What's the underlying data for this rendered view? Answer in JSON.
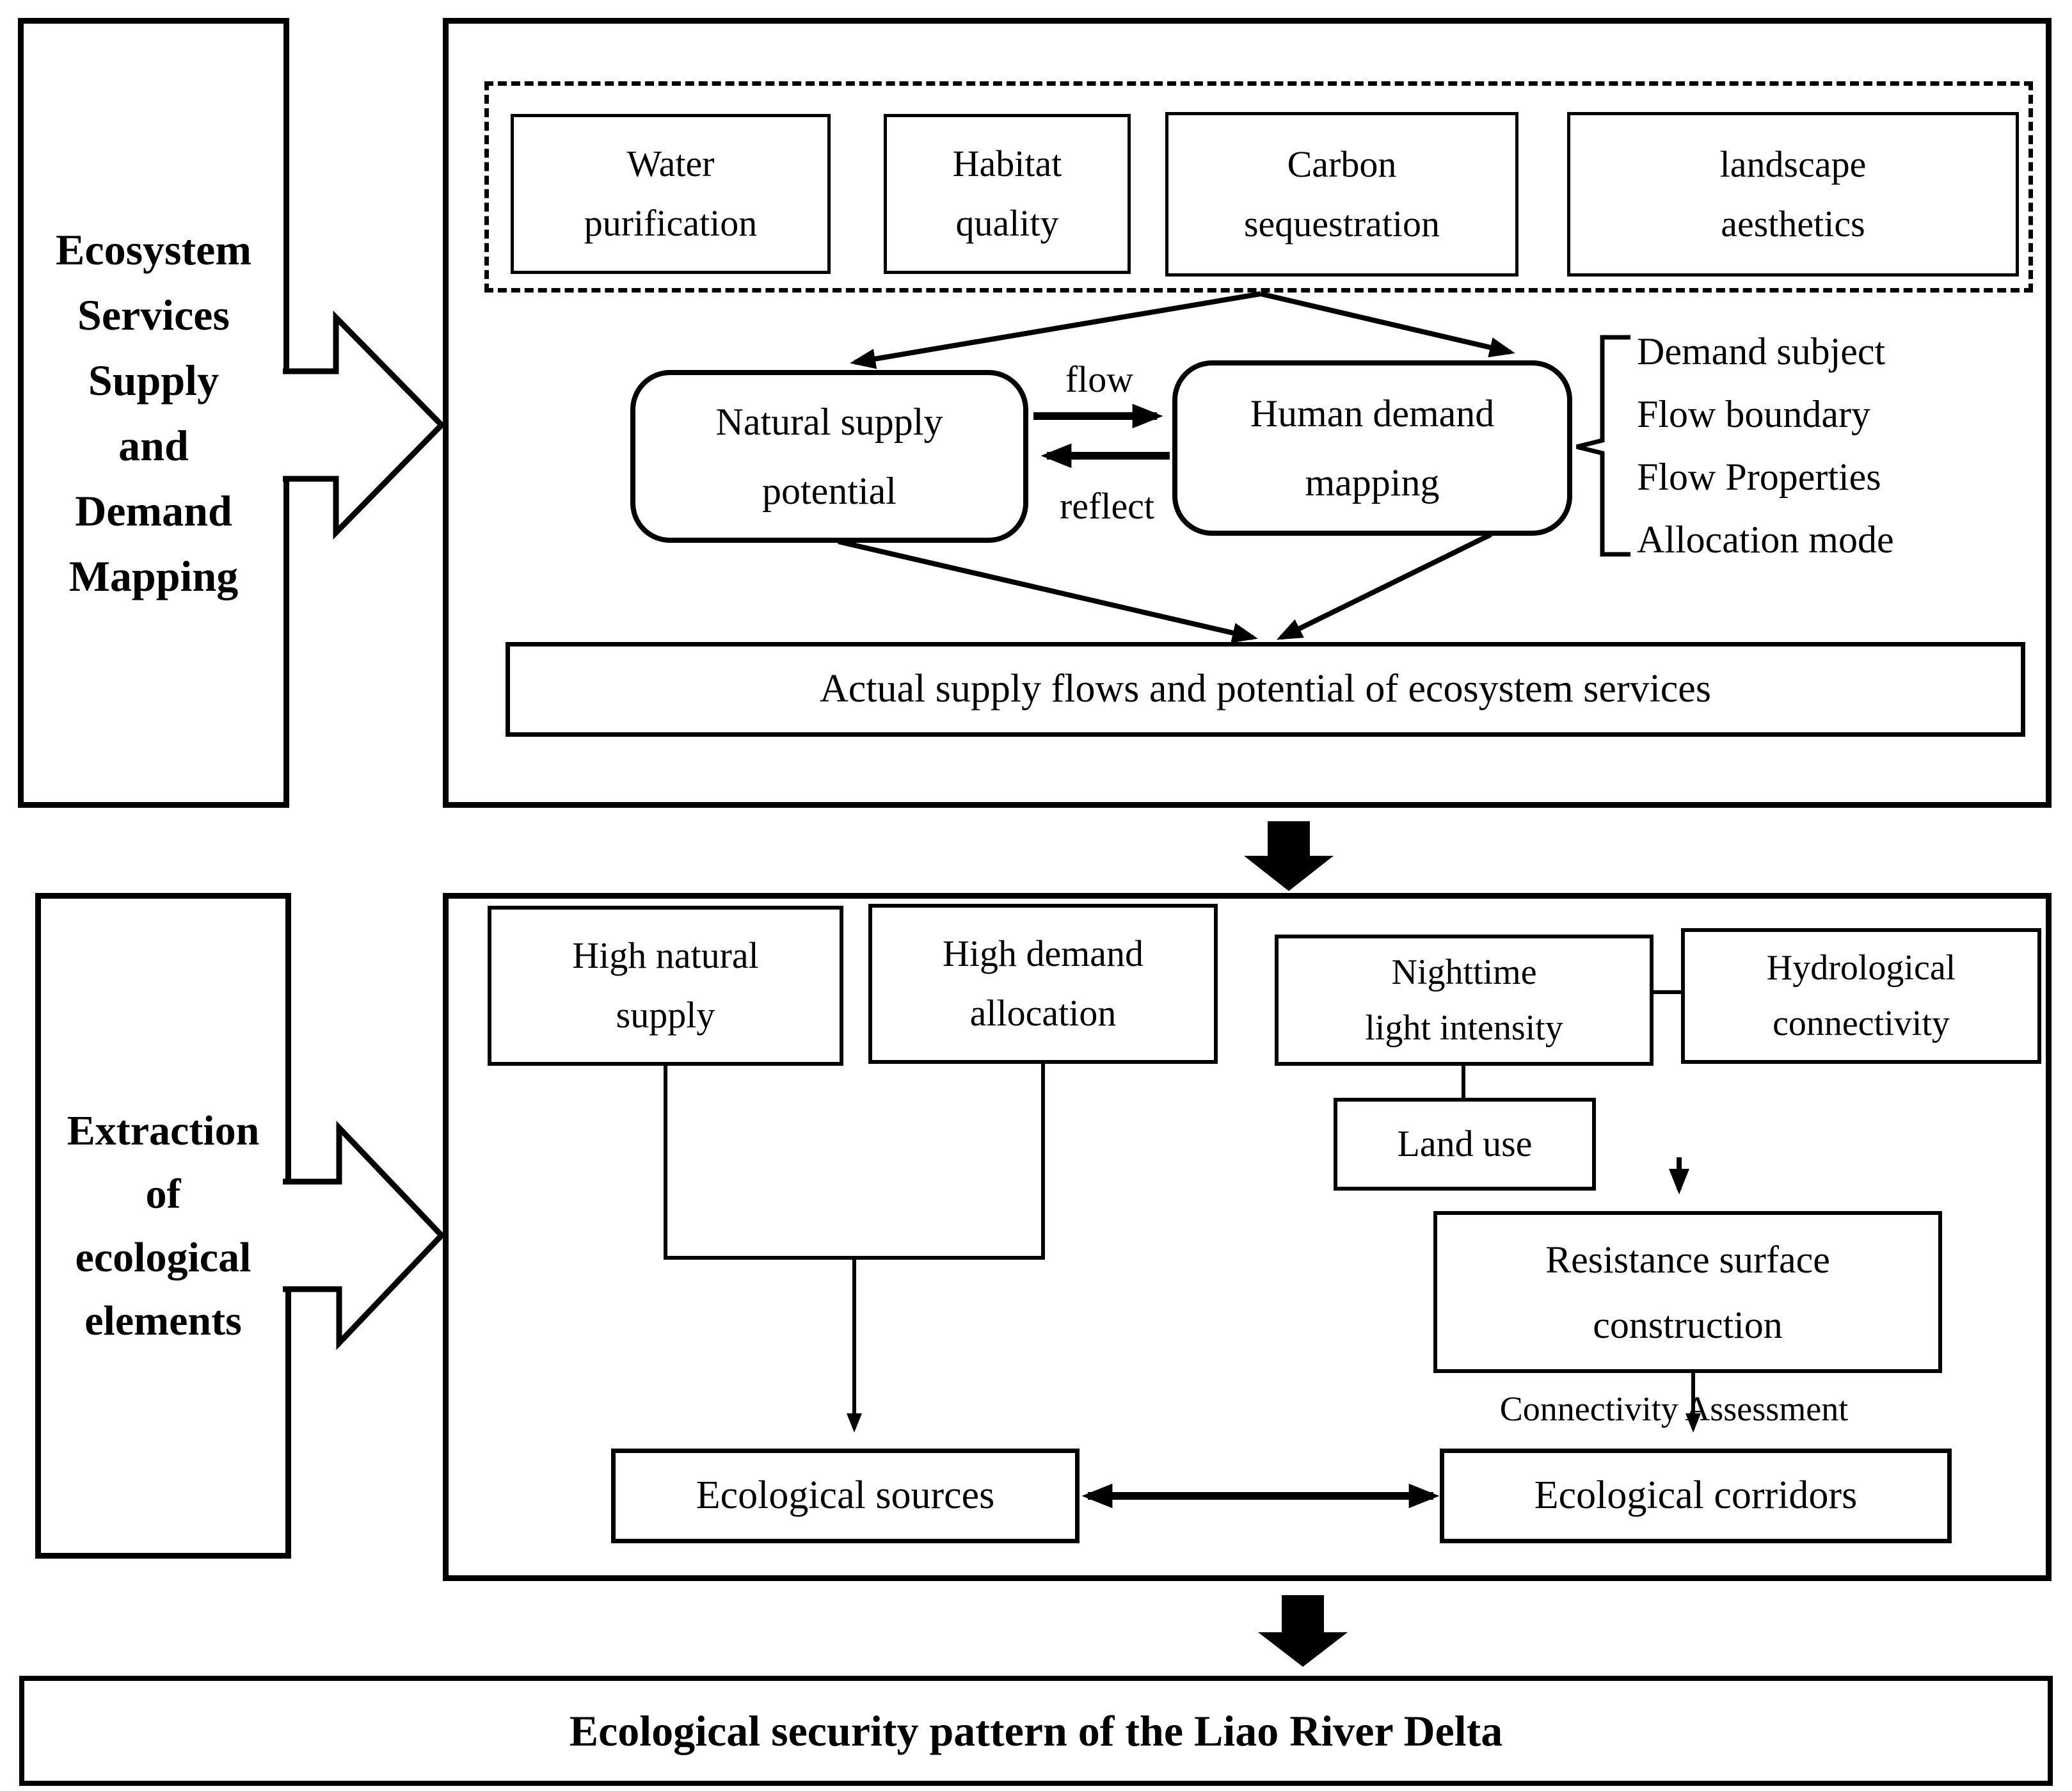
{
  "figure": {
    "left_labels": {
      "supply_demand": "Ecosystem\nServices\nSupply\nand\nDemand\nMapping",
      "extraction": "Extraction\nof\necological\nelements"
    },
    "supply_demand": {
      "services": [
        "Water\npurification",
        "Habitat\nquality",
        "Carbon\nsequestration",
        "landscape\naesthetics"
      ],
      "natural_supply": "Natural supply\npotential",
      "human_demand": "Human demand\nmapping",
      "flow": "flow",
      "reflect": "reflect",
      "demand_attributes": [
        "Demand subject",
        "Flow boundary",
        "Flow Properties",
        "Allocation mode"
      ],
      "actual_supply": "Actual supply flows and potential of ecosystem services"
    },
    "extraction": {
      "high_natural_supply": "High natural\nsupply",
      "high_demand_allocation": "High demand\nallocation",
      "nighttime_light": "Nighttime\nlight intensity",
      "hydrological_connectivity": "Hydrological\nconnectivity",
      "land_use": "Land use",
      "resistance_surface": "Resistance surface\nconstruction",
      "connectivity_assessment": "Connectivity Assessment",
      "ecological_sources": "Ecological sources",
      "ecological_corridors": "Ecological corridors"
    },
    "result": "Ecological security pattern of the Liao River Delta",
    "colors": {
      "ink": "#000000",
      "paper": "#ffffff"
    }
  }
}
